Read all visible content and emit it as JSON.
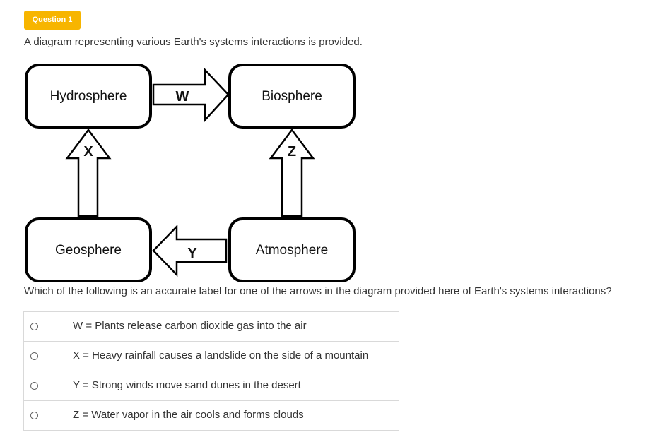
{
  "header": {
    "badge": "Question 1",
    "prompt": "A diagram representing various Earth's systems interactions is provided."
  },
  "diagram": {
    "boxes": {
      "hydrosphere": "Hydrosphere",
      "biosphere": "Biosphere",
      "geosphere": "Geosphere",
      "atmosphere": "Atmosphere"
    },
    "arrows": {
      "w": "W",
      "x": "X",
      "y": "Y",
      "z": "Z"
    }
  },
  "question": {
    "text": "Which of the following is an accurate label for one of the arrows in the diagram provided here of Earth's systems interactions?"
  },
  "options": [
    {
      "label": "W = Plants release carbon dioxide gas into the air"
    },
    {
      "label": "X = Heavy rainfall causes a landslide on the side of a mountain"
    },
    {
      "label": "Y = Strong winds move sand dunes in the desert"
    },
    {
      "label": "Z = Water vapor in the air cools and forms clouds"
    }
  ]
}
